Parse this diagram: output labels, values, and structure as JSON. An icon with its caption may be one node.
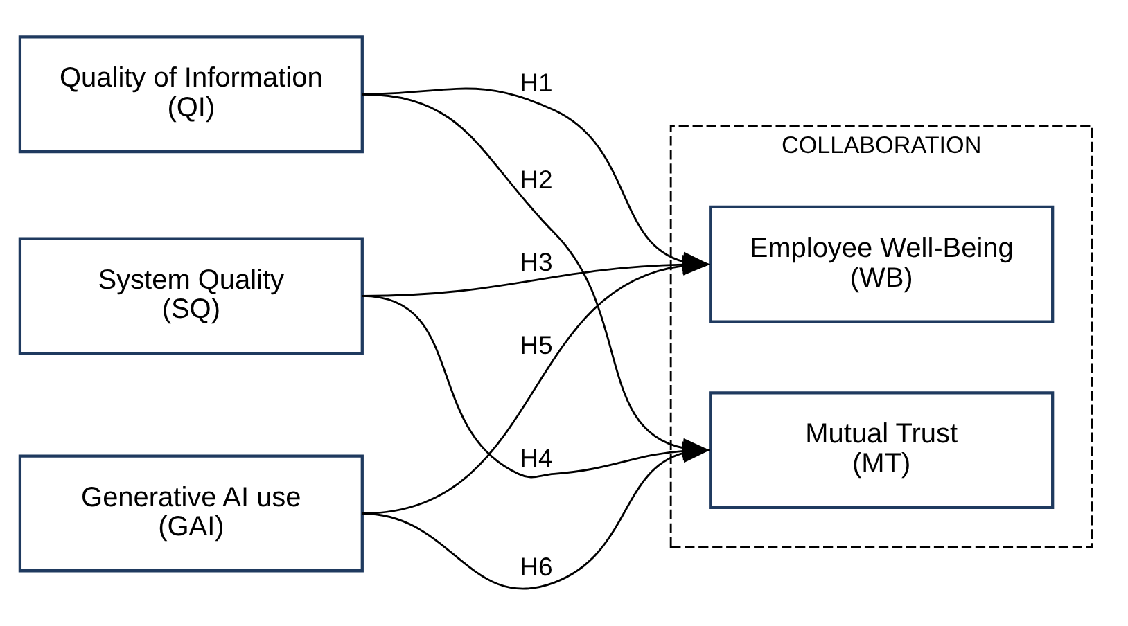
{
  "diagram": {
    "nodes": [
      {
        "text": [
          "Quality of Information (QI)"
        ]
      },
      {
        "text": [
          "System Quality (SQ)"
        ]
      },
      {
        "text": [
          "Generative AI use (GAI)"
        ]
      },
      {
        "text": [
          "COLLABORATION"
        ]
      },
      {
        "text": [
          "Employee Well-Being (WB)"
        ],
        "in": 3
      },
      {
        "text": [
          "Mutual Trust (MT)"
        ],
        "in": 3
      }
    ],
    "edges": [
      {
        "from": 0,
        "to": 4,
        "arrow": "to",
        "label": "H1"
      },
      {
        "from": 0,
        "to": 5,
        "arrow": "to",
        "label": "H2"
      },
      {
        "from": 1,
        "to": 4,
        "arrow": "to",
        "label": "H3"
      },
      {
        "from": 1,
        "to": 5,
        "arrow": "to",
        "label": "H4"
      },
      {
        "from": 2,
        "to": 4,
        "arrow": "to",
        "label": "H5"
      },
      {
        "from": 2,
        "to": 5,
        "arrow": "to",
        "label": "H6"
      }
    ]
  }
}
